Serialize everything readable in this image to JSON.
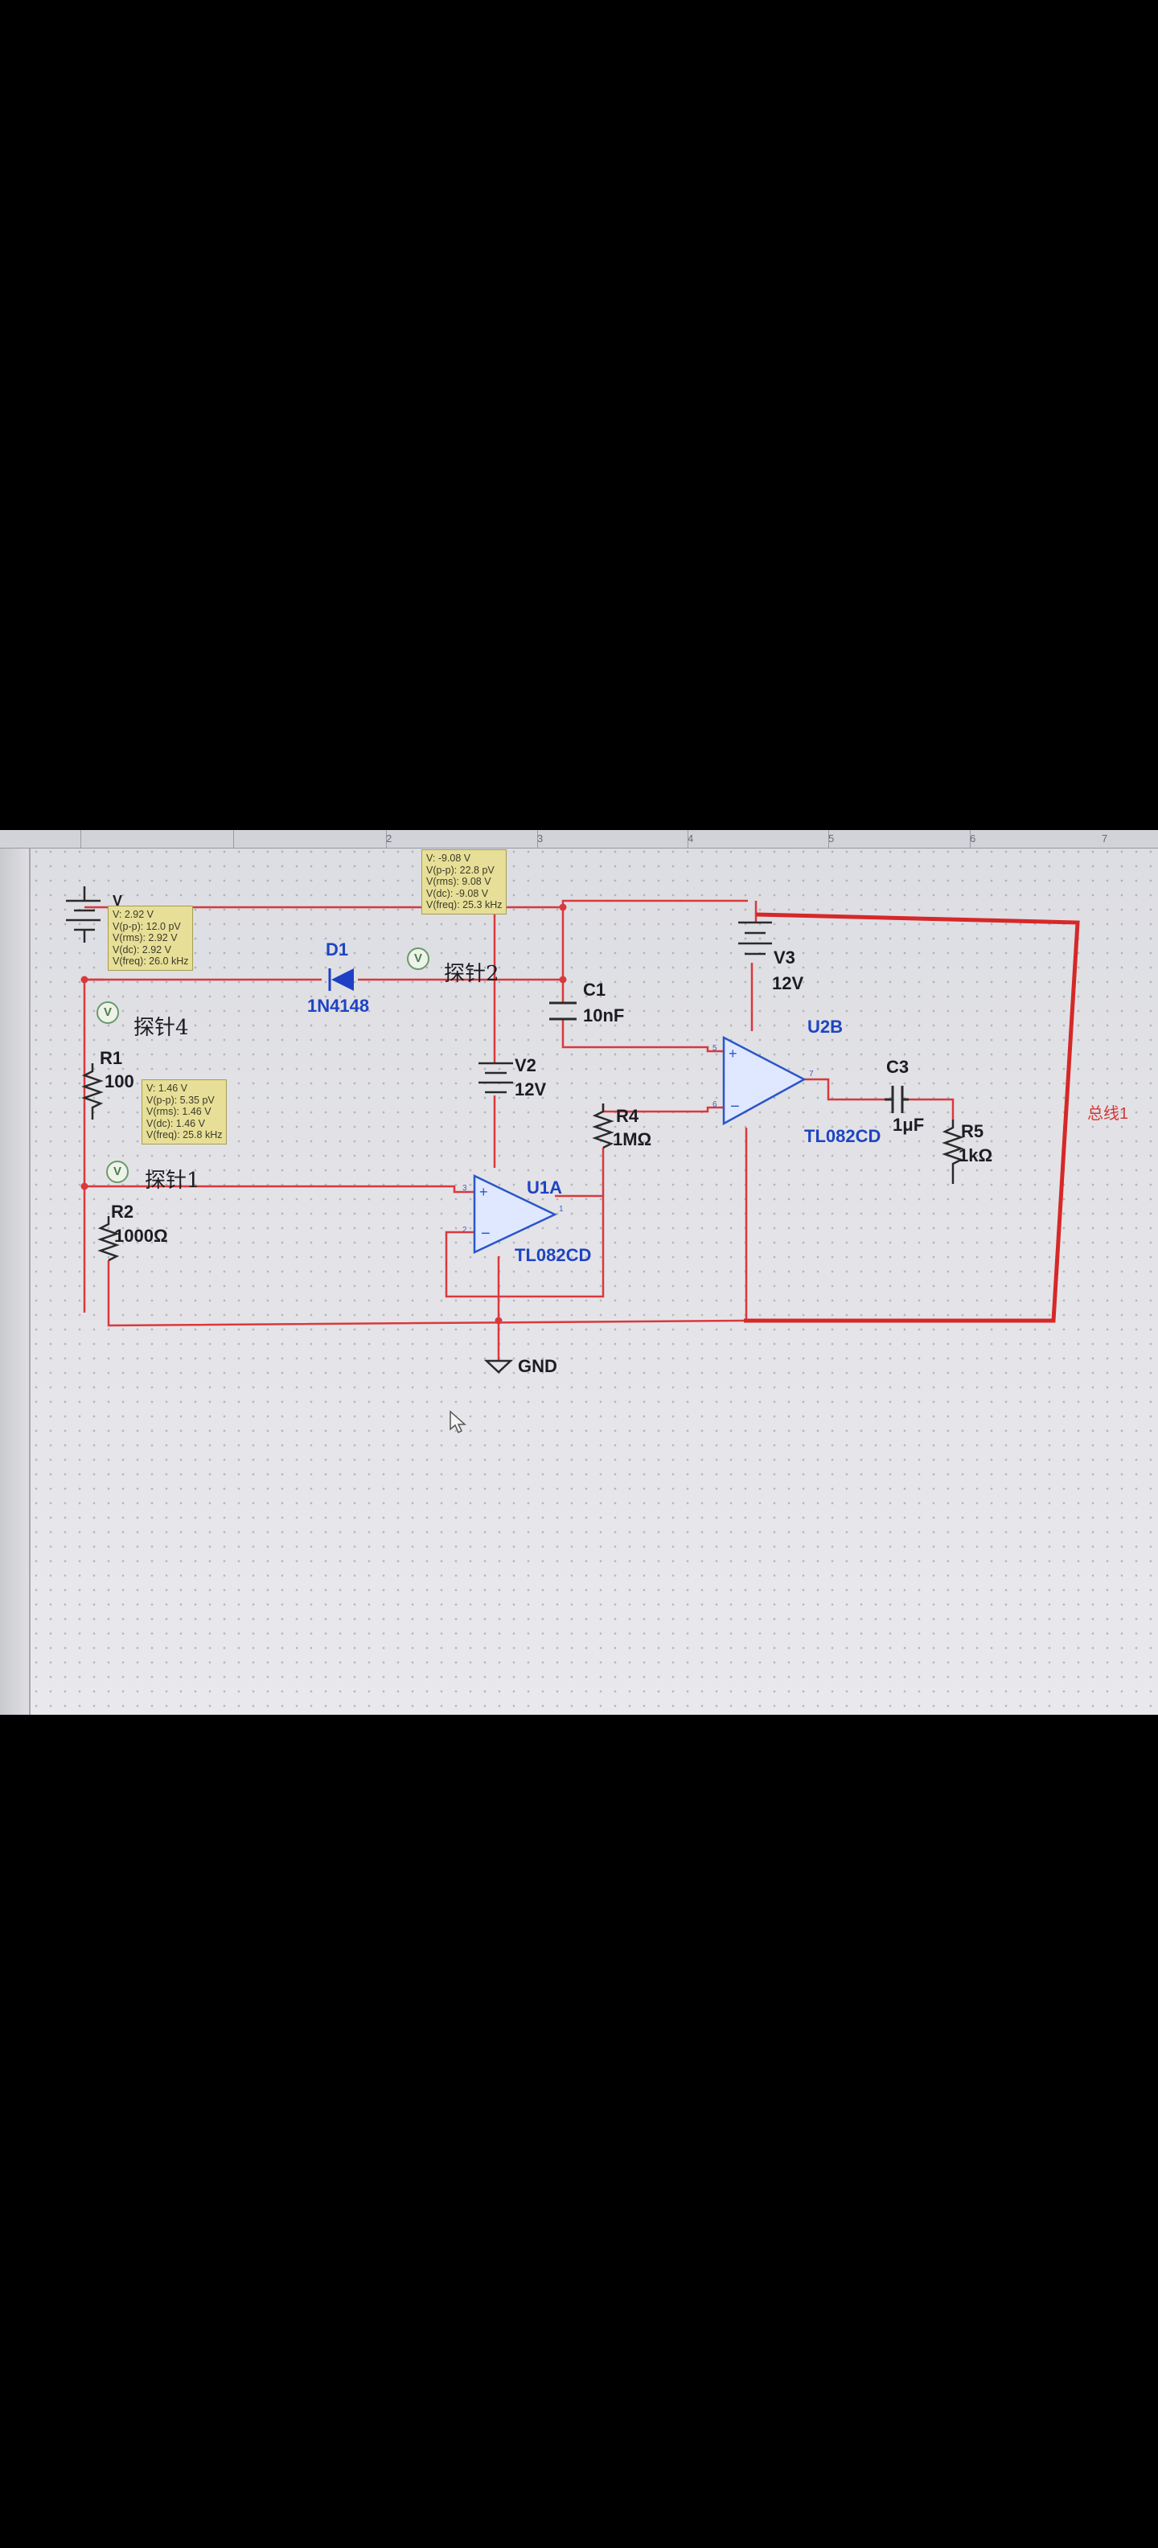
{
  "ruler": {
    "numbers": [
      "2",
      "3",
      "4",
      "5",
      "6",
      "7"
    ]
  },
  "probes": [
    {
      "lines": [
        "V: 2.92 V",
        "V(p-p): 12.0 pV",
        "V(rms): 2.92 V",
        "V(dc): 2.92 V",
        "V(freq): 26.0 kHz"
      ]
    },
    {
      "lines": [
        "V: -9.08 V",
        "V(p-p): 22.8 pV",
        "V(rms): 9.08 V",
        "V(dc): -9.08 V",
        "V(freq): 25.3 kHz"
      ]
    },
    {
      "lines": [
        "V: 1.46 V",
        "V(p-p): 5.35 pV",
        "V(rms): 1.46 V",
        "V(dc): 1.46 V",
        "V(freq): 25.8 kHz"
      ]
    }
  ],
  "probe_icon_text": "V",
  "labels": {
    "probe1": "探针1",
    "probe2": "探针2",
    "probe4": "探针4",
    "d1": "D1",
    "d1_part": "1N4148",
    "c1": "C1",
    "c1_val": "10nF",
    "v2": "V2",
    "v2_val": "12V",
    "v3": "V3",
    "v3_val": "12V",
    "u1a": "U1A",
    "u1a_part": "TL082CD",
    "u2b": "U2B",
    "u2b_part": "TL082CD",
    "r1": "R1",
    "r1_val": "100",
    "r2": "R2",
    "r2_val": "1000Ω",
    "r4": "R4",
    "r4_val": "1MΩ",
    "r5": "R5",
    "r5_val": "1kΩ",
    "c3": "C3",
    "c3_val": "1μF",
    "gnd": "GND",
    "bus": "总线1",
    "v1_partial": "V"
  },
  "colors": {
    "wire": "#d9393d",
    "bus": "#d62828",
    "component": "#2a2a2a",
    "opamp_fill": "#dfe8ff",
    "opamp_stroke": "#2a56c9",
    "diode": "#1f3fc4",
    "probe_box": "#e7df97"
  }
}
